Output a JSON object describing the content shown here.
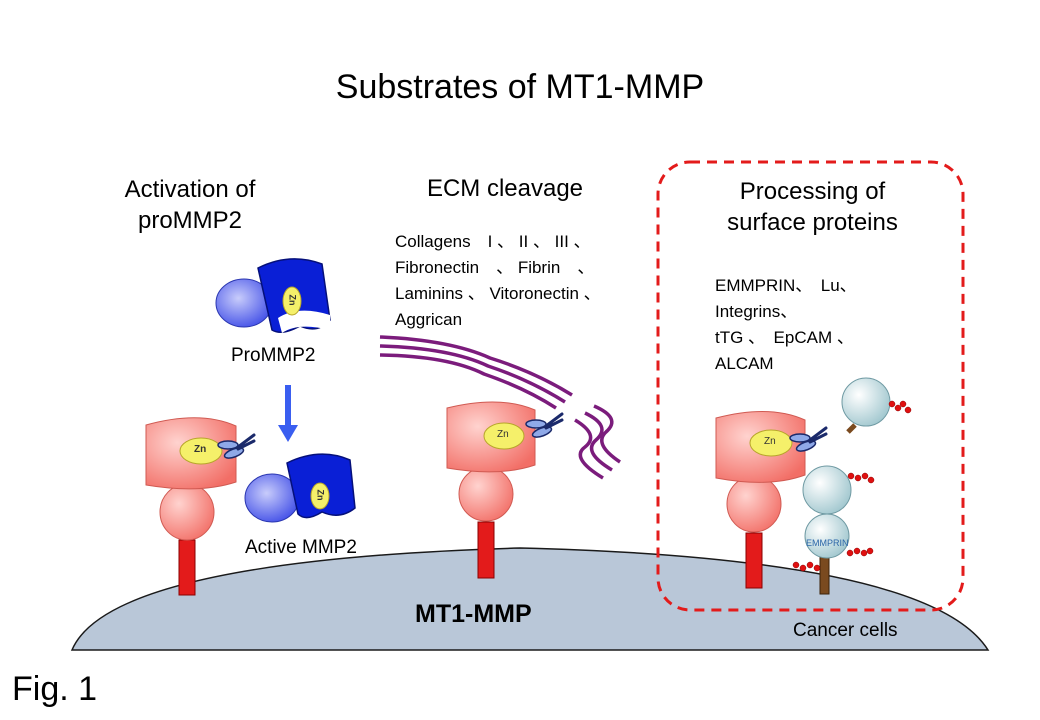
{
  "title": "Substrates of MT1-MMP",
  "sections": {
    "activation": {
      "title_line1": "Activation of",
      "title_line2": "proMMP2"
    },
    "ecm": {
      "title": "ECM cleavage"
    },
    "surface": {
      "title_line1": "Processing of",
      "title_line2": "surface proteins"
    }
  },
  "ecm_substrates": [
    "Collagens　I 、  II 、  III 、",
    "Fibronectin　、  Fibrin　、",
    "Laminins 、 Vitoronectin 、",
    "Aggrican"
  ],
  "surface_substrates": [
    "EMMPRIN、　Lu、",
    "Integrins、",
    " tTG 、　EpCAM 、",
    "ALCAM"
  ],
  "labels": {
    "prommp2": "ProMMP2",
    "active_mmp2": "Active MMP2",
    "mt1_mmp": "MT1-MMP",
    "cancer_cells": "Cancer cells",
    "zn": "Zn",
    "emmprin": "EMMPRIN"
  },
  "figure_label": "Fig. 1",
  "colors": {
    "mt1_mmp_body": "#f9827a",
    "anchor": "#e31b1b",
    "mmp2_blue": "#0a1fd6",
    "mmp2_light": "#7d87f2",
    "zinc": "#f5f06a",
    "collagen": "#7b1c7c",
    "cell_membrane": "#b9c7d8",
    "dashed_box": "#e31b1b",
    "arrow": "#3a5ef0",
    "surface_protein": "#d7eef0",
    "sugar_chain": "#e01010"
  }
}
